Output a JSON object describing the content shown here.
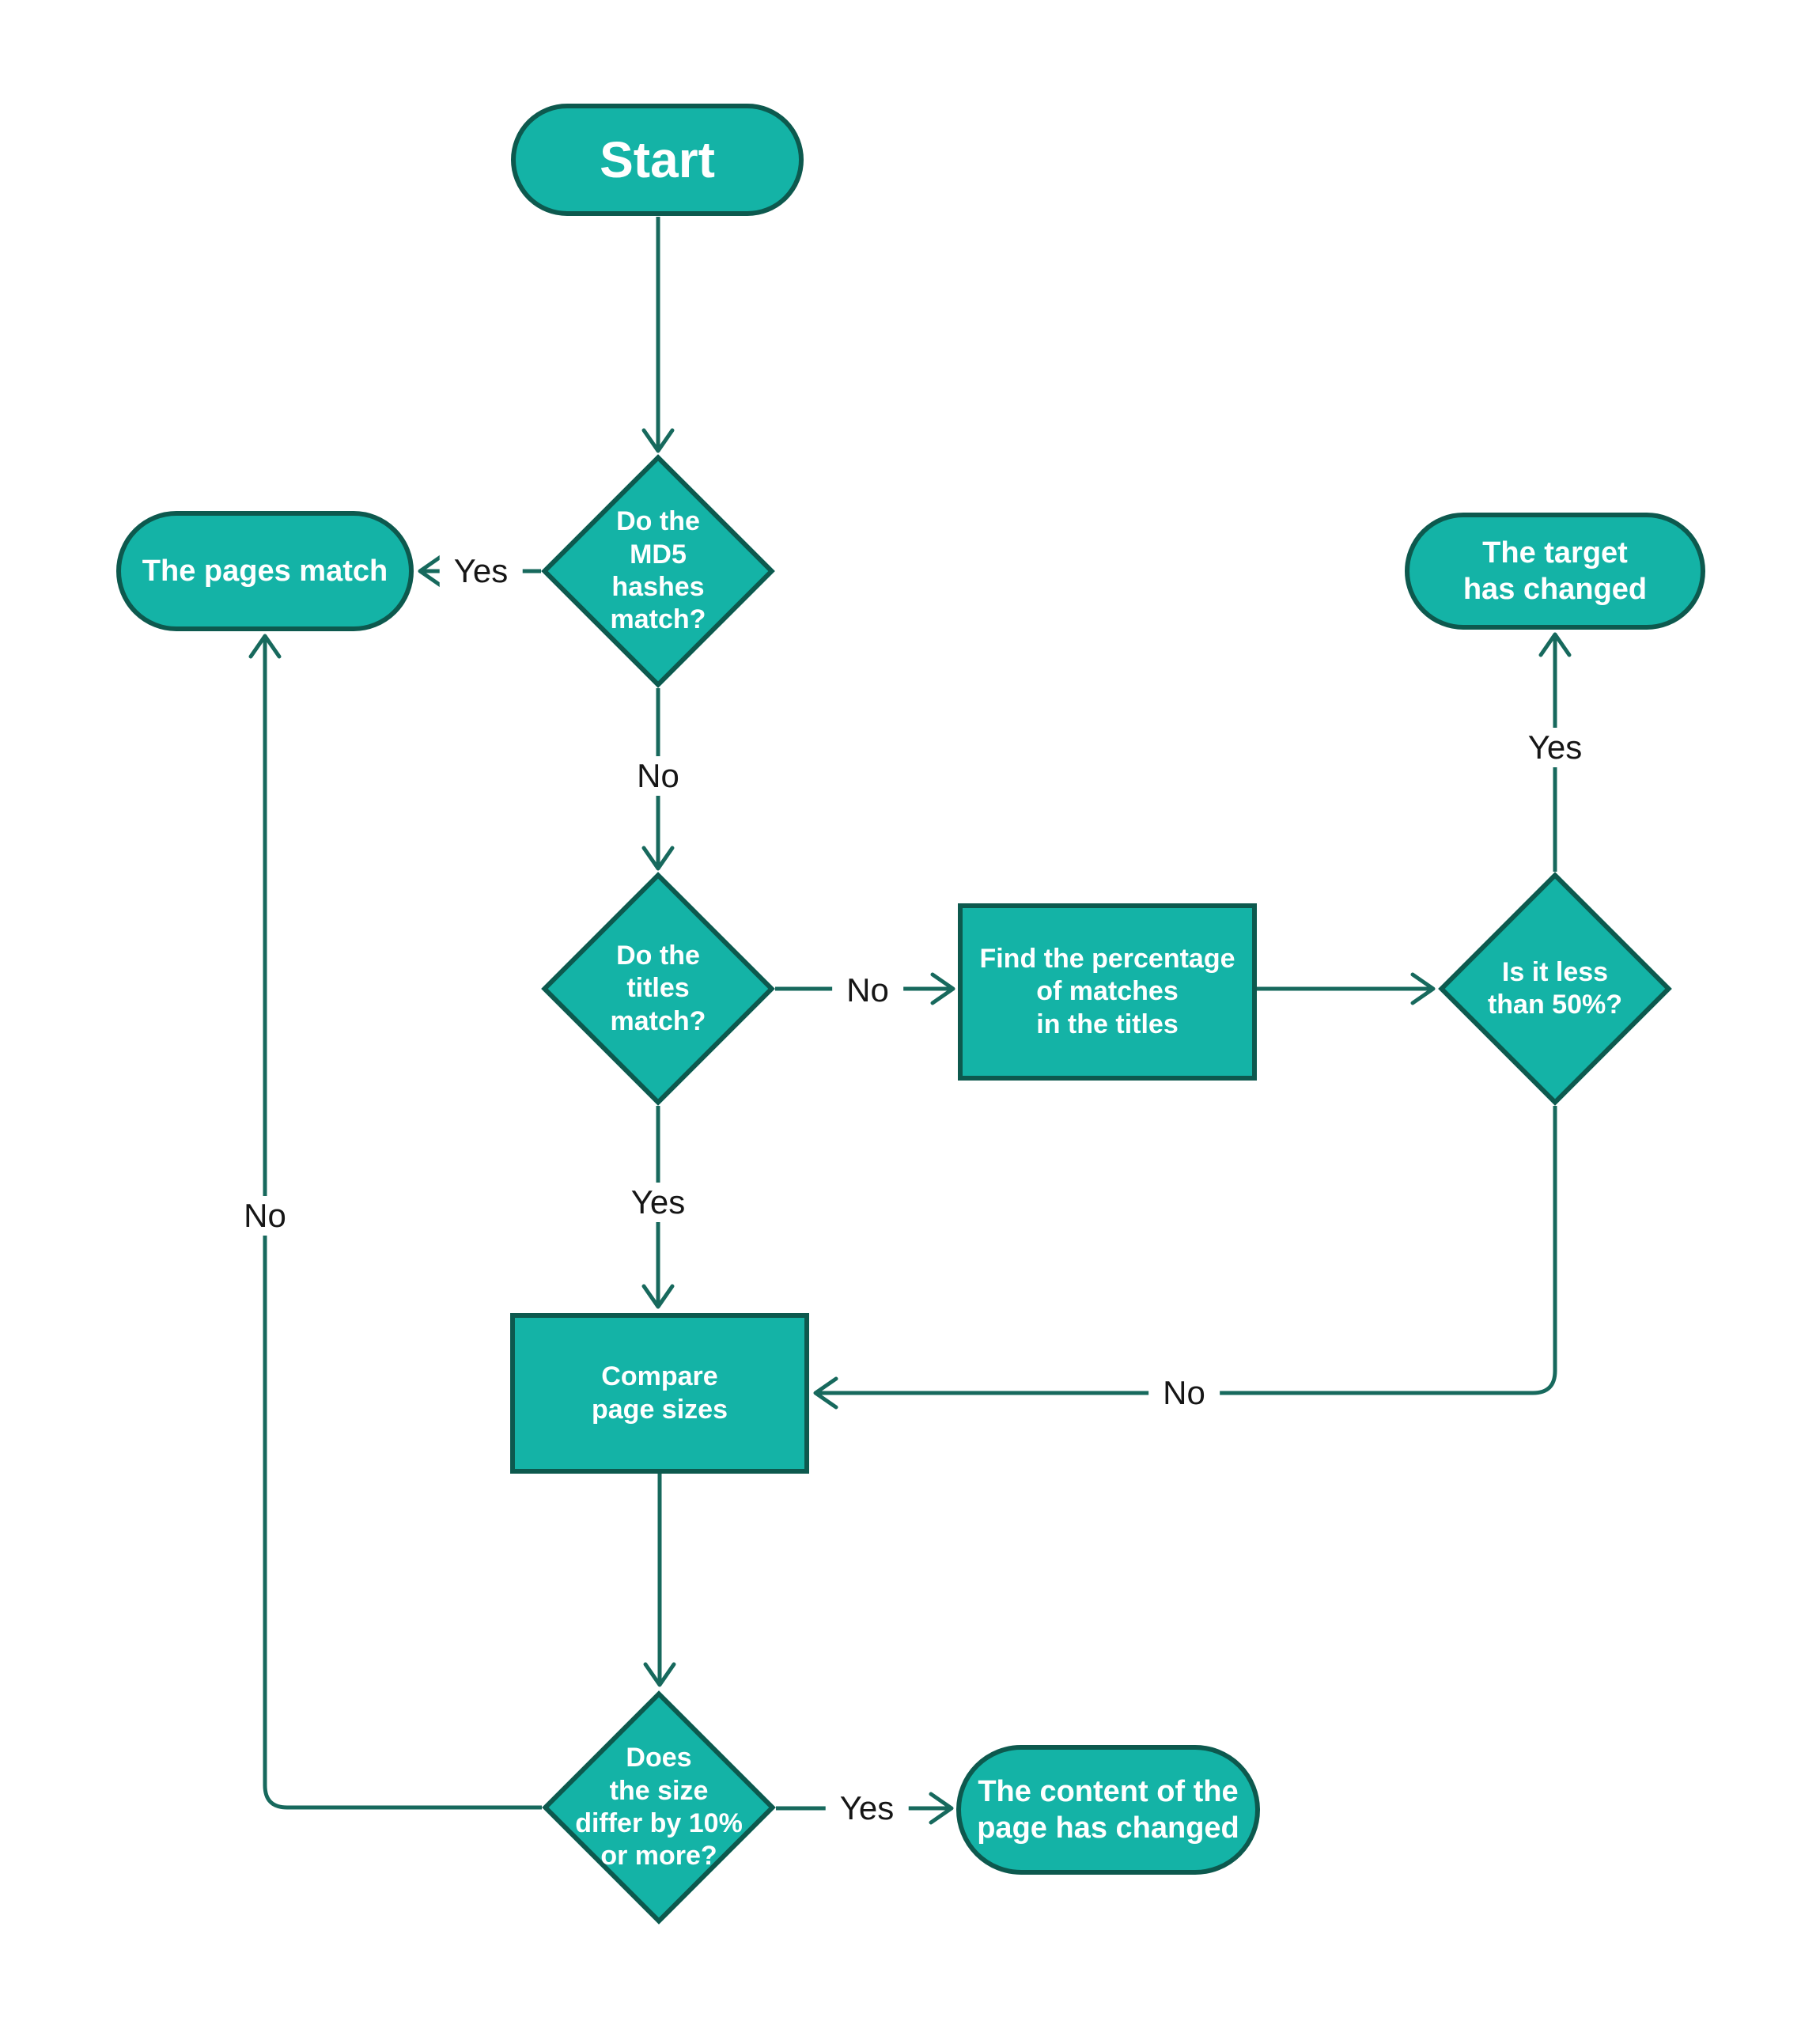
{
  "diagram": {
    "type": "flowchart",
    "colors": {
      "node_fill": "#14b3a6",
      "node_border": "#0d594e",
      "connector": "#17695d",
      "node_text": "#ffffff",
      "edge_label_text": "#161616",
      "background": "#ffffff"
    },
    "nodes": {
      "start": {
        "type": "terminator",
        "label": "Start"
      },
      "md5_match": {
        "type": "decision",
        "label": "Do the\nMD5\nhashes\nmatch?"
      },
      "pages_match": {
        "type": "terminator",
        "label": "The pages match"
      },
      "target_changed": {
        "type": "terminator",
        "label": "The target\nhas changed"
      },
      "titles_match": {
        "type": "decision",
        "label": "Do the\ntitles\nmatch?"
      },
      "find_percentage": {
        "type": "process",
        "label": "Find the percentage\nof matches\nin the titles"
      },
      "less_than_50": {
        "type": "decision",
        "label": "Is it less\nthan 50%?"
      },
      "compare_sizes": {
        "type": "process",
        "label": "Compare\npage sizes"
      },
      "size_differs": {
        "type": "decision",
        "label": "Does\nthe size\ndiffer by 10%\nor more?"
      },
      "content_changed": {
        "type": "terminator",
        "label": "The content of the\npage has changed"
      }
    },
    "edge_labels": {
      "md5_yes": "Yes",
      "md5_no": "No",
      "titles_no": "No",
      "titles_yes": "Yes",
      "less50_yes": "Yes",
      "less50_no": "No",
      "differ_no": "No",
      "differ_yes": "Yes"
    }
  }
}
